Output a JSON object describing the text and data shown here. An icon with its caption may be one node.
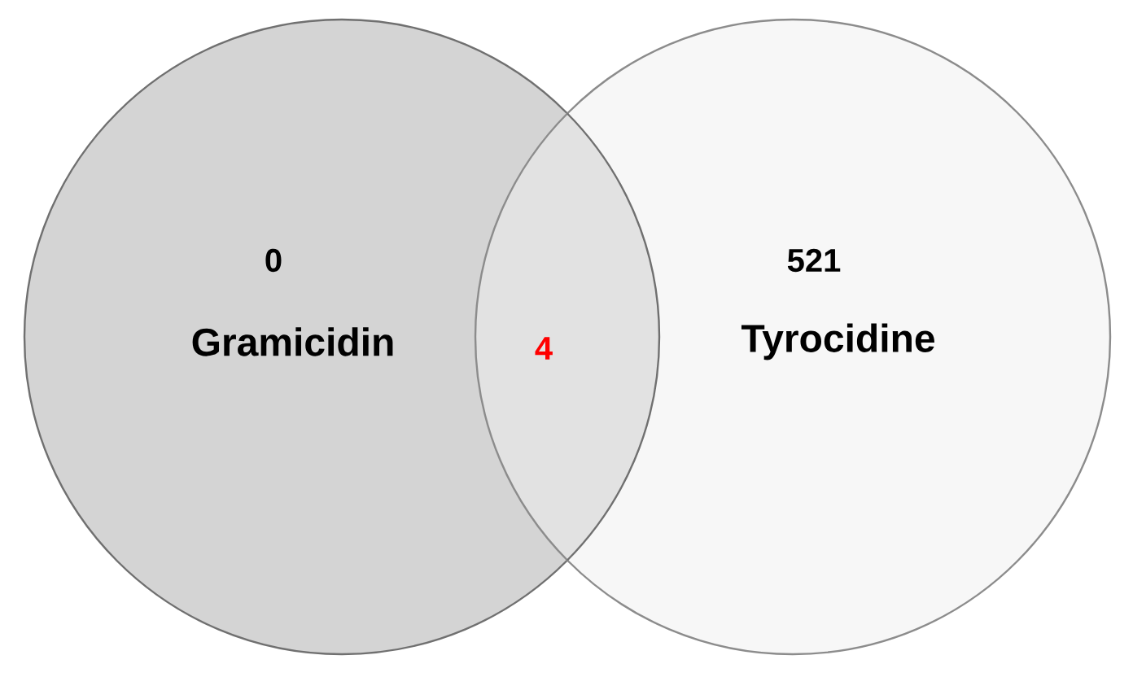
{
  "diagram": {
    "nodes": [
      {
        "text": [
          "0",
          "Gramicidin"
        ]
      },
      {
        "text": [
          "521",
          "Tyrocidine"
        ]
      }
    ],
    "labels": [
      "4"
    ]
  }
}
